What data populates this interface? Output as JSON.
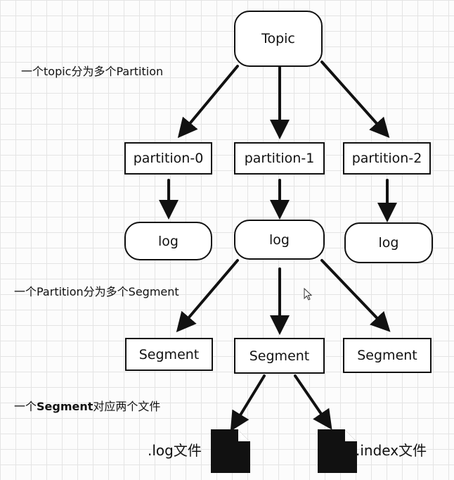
{
  "nodes": {
    "topic": "Topic",
    "partition_0": "partition-0",
    "partition_1": "partition-1",
    "partition_2": "partition-2",
    "log_0": "log",
    "log_1": "log",
    "log_2": "log",
    "segment_0": "Segment",
    "segment_1": "Segment",
    "segment_2": "Segment"
  },
  "annotations": {
    "topic_note": "一个topic分为多个Partition",
    "partition_note": "一个Partition分为多个Segment",
    "segment_note_prefix": "一个",
    "segment_note_bold": "Segment",
    "segment_note_suffix": "对应两个文件"
  },
  "files": {
    "log_file": ".log文件",
    "index_file": ".index文件"
  },
  "icons": [
    "document-icon",
    "document-icon",
    "cursor-icon"
  ],
  "colors": {
    "stroke": "#111111",
    "grid": "#e4e4e4",
    "background": "#fcfcfc"
  }
}
